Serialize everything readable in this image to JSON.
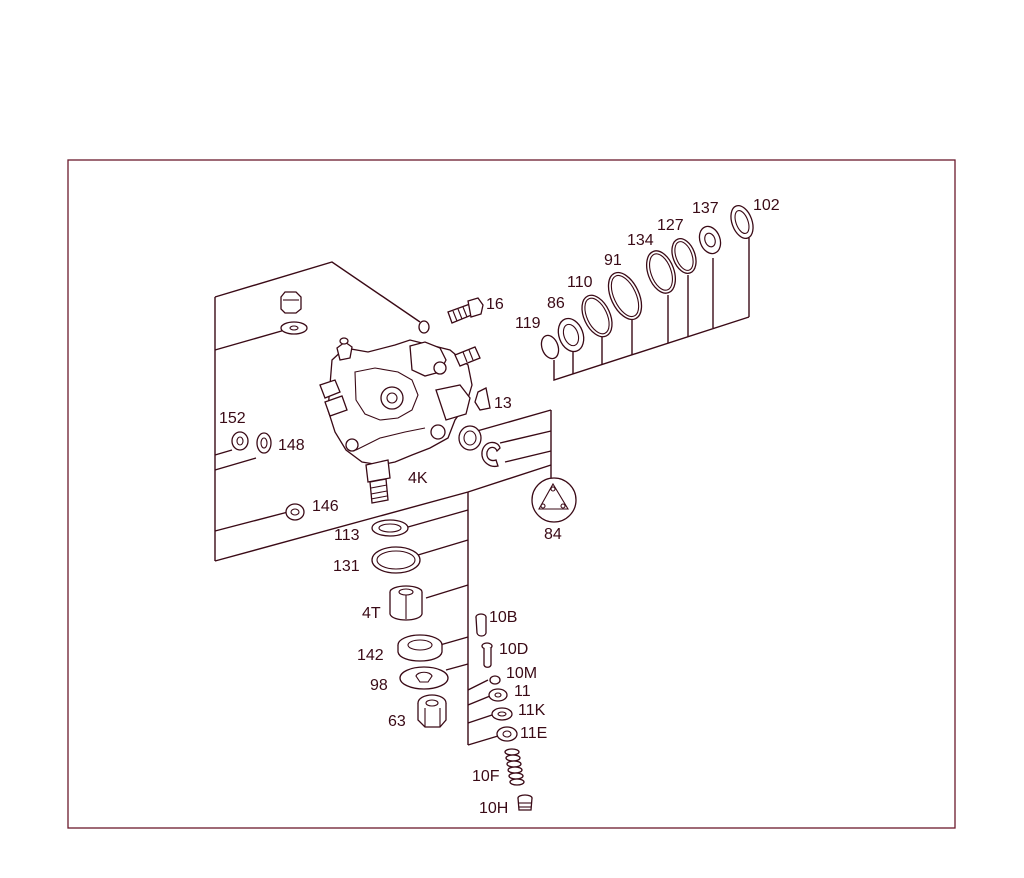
{
  "diagram": {
    "labels": {
      "p16": "16",
      "p13": "13",
      "p4K": "4K",
      "p152": "152",
      "p148": "148",
      "p146": "146",
      "p119": "119",
      "p86": "86",
      "p110": "110",
      "p91": "91",
      "p134": "134",
      "p127": "127",
      "p137": "137",
      "p102": "102",
      "p84": "84",
      "p113": "113",
      "p131": "131",
      "p4T": "4T",
      "p142": "142",
      "p98": "98",
      "p63": "63",
      "p10B": "10B",
      "p10D": "10D",
      "p10M": "10M",
      "p11": "11",
      "p11K": "11K",
      "p11E": "11E",
      "p10F": "10F",
      "p10H": "10H"
    },
    "colors": {
      "line": "#3a0a16",
      "frame": "#6b1a2c"
    }
  }
}
